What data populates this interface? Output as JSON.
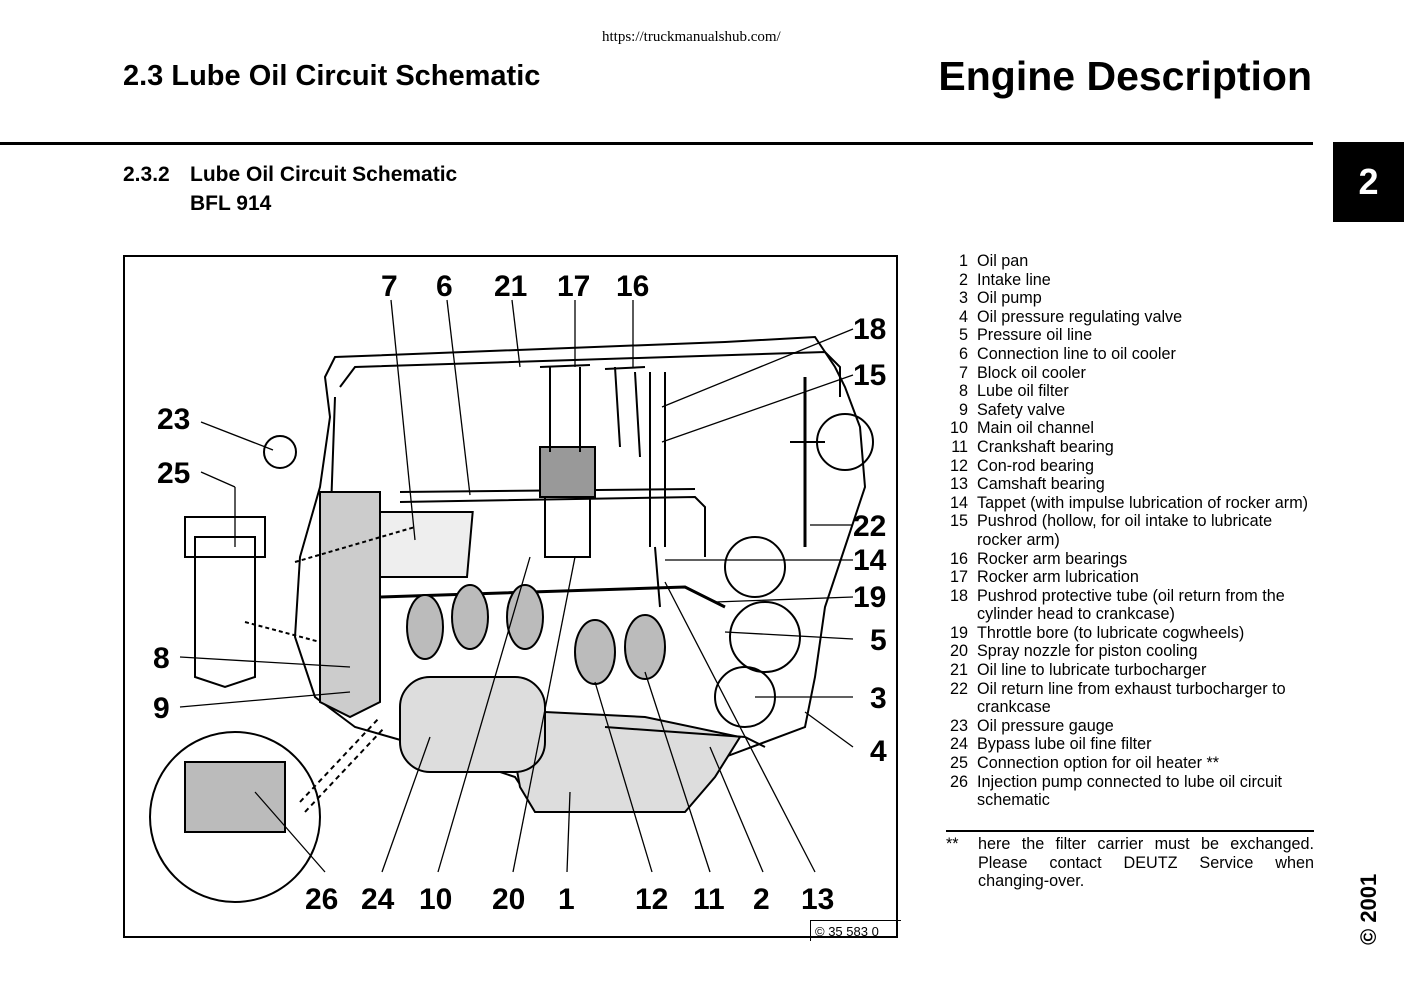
{
  "header": {
    "url": "https://truckmanualshub.com/",
    "section_title": "2.3 Lube Oil Circuit Schematic",
    "main_title": "Engine Description",
    "chapter_tab": "2"
  },
  "subsection": {
    "number": "2.3.2",
    "title": "Lube Oil Circuit Schematic",
    "model": "BFL 914"
  },
  "figure": {
    "copyright": "© 35 583  0",
    "callouts": [
      "7",
      "6",
      "21",
      "17",
      "16",
      "18",
      "15",
      "23",
      "25",
      "22",
      "14",
      "19",
      "5",
      "8",
      "3",
      "9",
      "4",
      "26",
      "24",
      "10",
      "20",
      "1",
      "12",
      "11",
      "2",
      "13"
    ]
  },
  "legend": [
    {
      "num": "1",
      "text": "Oil pan"
    },
    {
      "num": "2",
      "text": "Intake line"
    },
    {
      "num": "3",
      "text": "Oil pump"
    },
    {
      "num": "4",
      "text": "Oil pressure regulating valve"
    },
    {
      "num": "5",
      "text": "Pressure oil line"
    },
    {
      "num": "6",
      "text": "Connection line to oil cooler"
    },
    {
      "num": "7",
      "text": "Block oil cooler"
    },
    {
      "num": "8",
      "text": "Lube oil filter"
    },
    {
      "num": "9",
      "text": "Safety valve"
    },
    {
      "num": "10",
      "text": "Main oil channel"
    },
    {
      "num": "11",
      "text": "Crankshaft bearing"
    },
    {
      "num": "12",
      "text": "Con-rod bearing"
    },
    {
      "num": "13",
      "text": "Camshaft bearing"
    },
    {
      "num": "14",
      "text": "Tappet (with impulse lubrication of rocker arm)"
    },
    {
      "num": "15",
      "text": "Pushrod (hollow, for oil intake to lubricate rocker arm)"
    },
    {
      "num": "16",
      "text": "Rocker arm bearings"
    },
    {
      "num": "17",
      "text": "Rocker arm lubrication"
    },
    {
      "num": "18",
      "text": "Pushrod protective tube (oil return from the cylinder head to crankcase)"
    },
    {
      "num": "19",
      "text": "Throttle bore (to lubricate cogwheels)"
    },
    {
      "num": "20",
      "text": "Spray nozzle for piston cooling"
    },
    {
      "num": "21",
      "text": "Oil line to lubricate turbocharger"
    },
    {
      "num": "22",
      "text": "Oil return line from exhaust turbocharger to crankcase"
    },
    {
      "num": "23",
      "text": "Oil pressure gauge"
    },
    {
      "num": "24",
      "text": "Bypass lube oil fine filter"
    },
    {
      "num": "25",
      "text": "Connection option for oil heater **"
    },
    {
      "num": "26",
      "text": "Injection pump connected to lube oil circuit schematic"
    }
  ],
  "footnote": {
    "symbol": "**",
    "text": "here the filter carrier must be exchanged. Please contact DEUTZ Service when changing-over."
  },
  "copyright_year": "© 2001"
}
